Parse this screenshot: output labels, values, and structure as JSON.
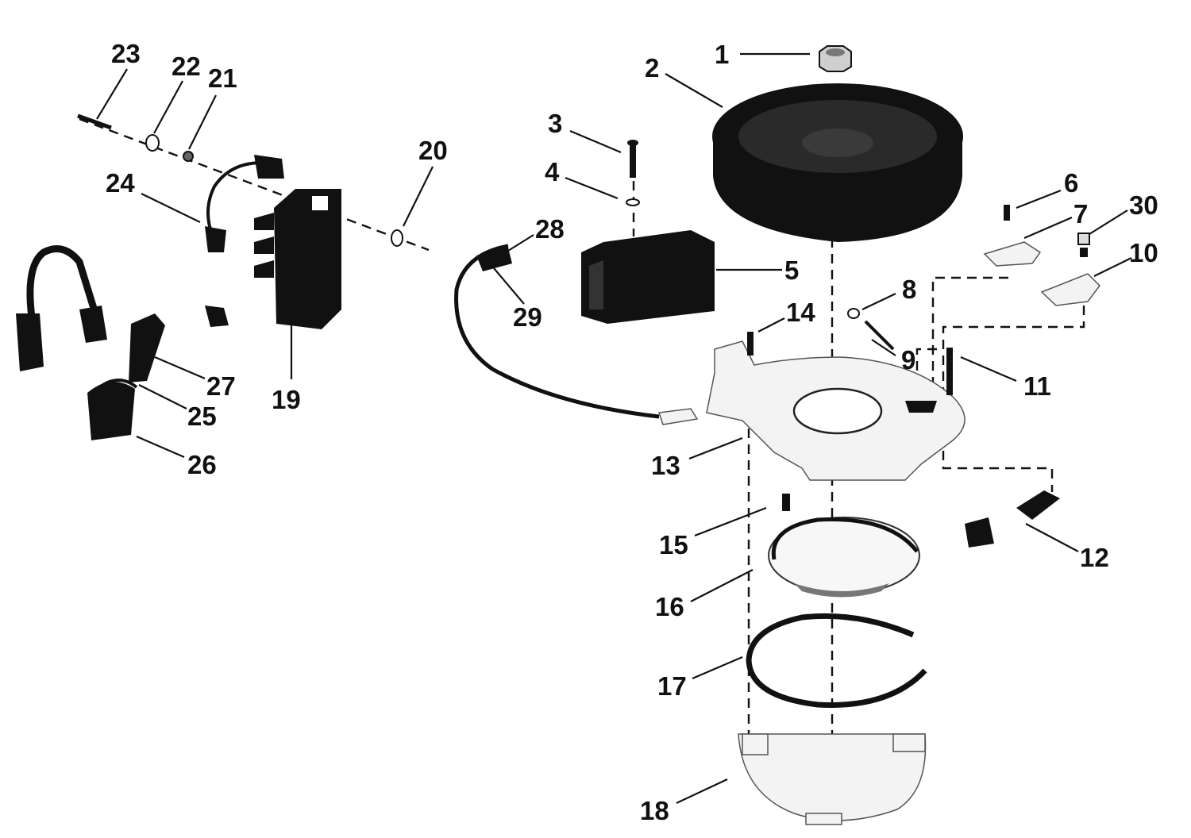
{
  "diagram": {
    "callouts": [
      {
        "id": "1",
        "text": "1"
      },
      {
        "id": "2",
        "text": "2"
      },
      {
        "id": "3",
        "text": "3"
      },
      {
        "id": "4",
        "text": "4"
      },
      {
        "id": "5",
        "text": "5"
      },
      {
        "id": "6",
        "text": "6"
      },
      {
        "id": "7",
        "text": "7"
      },
      {
        "id": "8",
        "text": "8"
      },
      {
        "id": "9",
        "text": "9"
      },
      {
        "id": "10",
        "text": "10"
      },
      {
        "id": "11",
        "text": "11"
      },
      {
        "id": "12",
        "text": "12"
      },
      {
        "id": "13",
        "text": "13"
      },
      {
        "id": "14",
        "text": "14"
      },
      {
        "id": "15",
        "text": "15"
      },
      {
        "id": "16",
        "text": "16"
      },
      {
        "id": "17",
        "text": "17"
      },
      {
        "id": "18",
        "text": "18"
      },
      {
        "id": "19",
        "text": "19"
      },
      {
        "id": "20",
        "text": "20"
      },
      {
        "id": "21",
        "text": "21"
      },
      {
        "id": "22",
        "text": "22"
      },
      {
        "id": "23",
        "text": "23"
      },
      {
        "id": "24",
        "text": "24"
      },
      {
        "id": "25",
        "text": "25"
      },
      {
        "id": "26",
        "text": "26"
      },
      {
        "id": "27",
        "text": "27"
      },
      {
        "id": "28",
        "text": "28"
      },
      {
        "id": "29",
        "text": "29"
      },
      {
        "id": "30",
        "text": "30"
      }
    ]
  }
}
